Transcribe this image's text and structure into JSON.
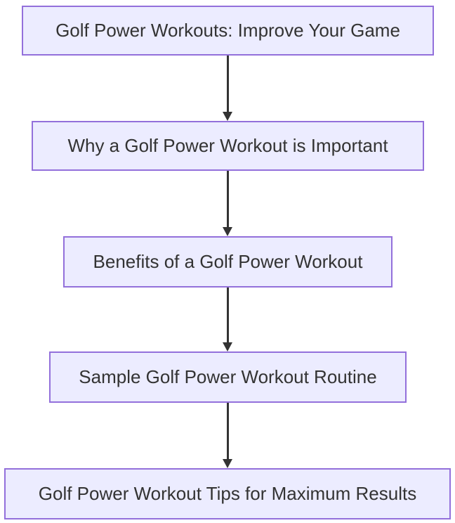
{
  "diagram": {
    "type": "flowchart",
    "direction": "top-down",
    "colors": {
      "node_fill": "#ECECFF",
      "node_border": "#9370DB",
      "text": "#333333",
      "arrow": "#333333",
      "background": "#ffffff"
    },
    "nodes": [
      {
        "id": "A",
        "label": "Golf Power Workouts: Improve Your Game"
      },
      {
        "id": "B",
        "label": "Why a Golf Power Workout is Important"
      },
      {
        "id": "C",
        "label": "Benefits of a Golf Power Workout"
      },
      {
        "id": "D",
        "label": "Sample Golf Power Workout Routine"
      },
      {
        "id": "E",
        "label": "Golf Power Workout Tips for Maximum Results"
      }
    ],
    "edges": [
      {
        "from": "A",
        "to": "B"
      },
      {
        "from": "B",
        "to": "C"
      },
      {
        "from": "C",
        "to": "D"
      },
      {
        "from": "D",
        "to": "E"
      }
    ]
  }
}
